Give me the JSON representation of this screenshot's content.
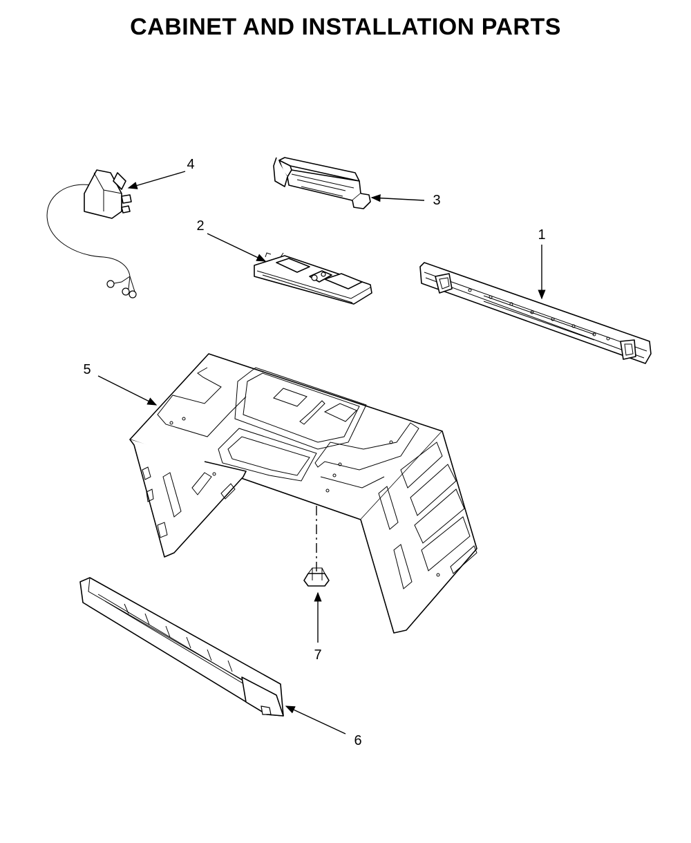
{
  "title": "CABINET AND INSTALLATION PARTS",
  "callouts": [
    {
      "id": "1",
      "label": "1"
    },
    {
      "id": "2",
      "label": "2"
    },
    {
      "id": "3",
      "label": "3"
    },
    {
      "id": "4",
      "label": "4"
    },
    {
      "id": "5",
      "label": "5"
    },
    {
      "id": "6",
      "label": "6"
    },
    {
      "id": "7",
      "label": "7"
    }
  ],
  "colors": {
    "line": "#000000",
    "background": "#ffffff"
  }
}
